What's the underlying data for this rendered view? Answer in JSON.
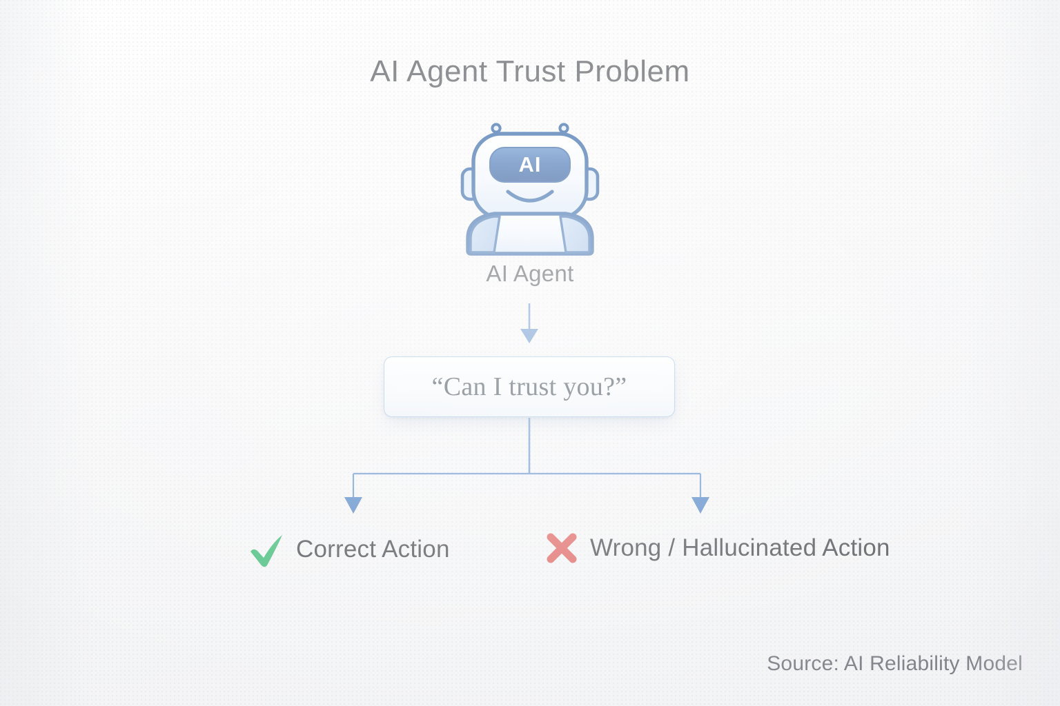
{
  "diagram": {
    "title": "AI Agent Trust Problem",
    "source_note": "Source: AI Reliability Model",
    "agent": {
      "visor_text": "AI",
      "label": "AI Agent",
      "icon": "robot-icon"
    },
    "question": {
      "text": "“Can I trust you?”"
    },
    "outcomes": [
      {
        "icon": "check-icon",
        "label": "Correct Action",
        "color": "#4cbf80"
      },
      {
        "icon": "cross-icon",
        "label": "Wrong / Hallucinated Action",
        "color": "#e0706d"
      }
    ],
    "connectors": {
      "arrow_color": "#5b8bc9",
      "branch_color": "#6f9ad0"
    },
    "colors": {
      "background": "#fbfbfb",
      "title_text": "#6f7175",
      "body_text": "#55585d",
      "robot_blue": "#3f6fad",
      "robot_light": "#dce8f7",
      "box_border": "#a8c5e3",
      "accent_green": "#4cbf80",
      "accent_red": "#e0706d"
    }
  }
}
